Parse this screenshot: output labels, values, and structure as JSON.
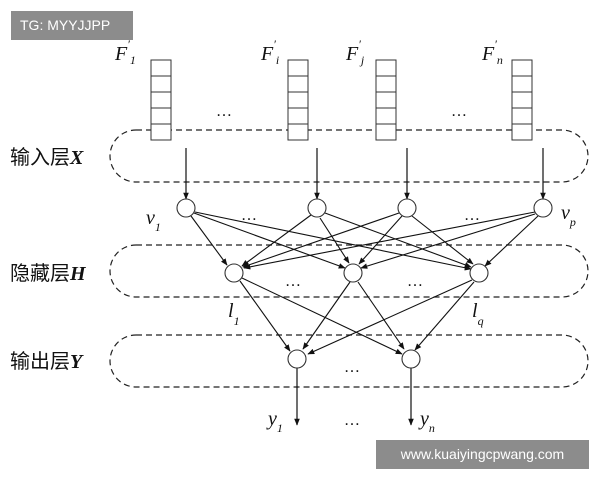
{
  "watermark_top": "TG: MYYJJPP",
  "watermark_bottom": "www.kuaiyingcpwang.com",
  "layers": [
    {
      "name": "输入层",
      "symbol": "X"
    },
    {
      "name": "隐藏层",
      "symbol": "H"
    },
    {
      "name": "输出层",
      "symbol": "Y"
    }
  ],
  "feature_vectors": [
    {
      "base": "F",
      "prime": "′",
      "sub": "1"
    },
    {
      "base": "F",
      "prime": "′",
      "sub": "i"
    },
    {
      "base": "F",
      "prime": "′",
      "sub": "j"
    },
    {
      "base": "F",
      "prime": "′",
      "sub": "n"
    }
  ],
  "input_node_labels": [
    {
      "base": "v",
      "sub": "1"
    },
    {
      "base": "v",
      "sub": "p"
    }
  ],
  "hidden_node_labels": [
    {
      "base": "l",
      "sub": "1"
    },
    {
      "base": "l",
      "sub": "q"
    }
  ],
  "output_labels": [
    {
      "base": "y",
      "sub": "1"
    },
    {
      "base": "y",
      "sub": "n"
    }
  ],
  "ellipsis": "…"
}
